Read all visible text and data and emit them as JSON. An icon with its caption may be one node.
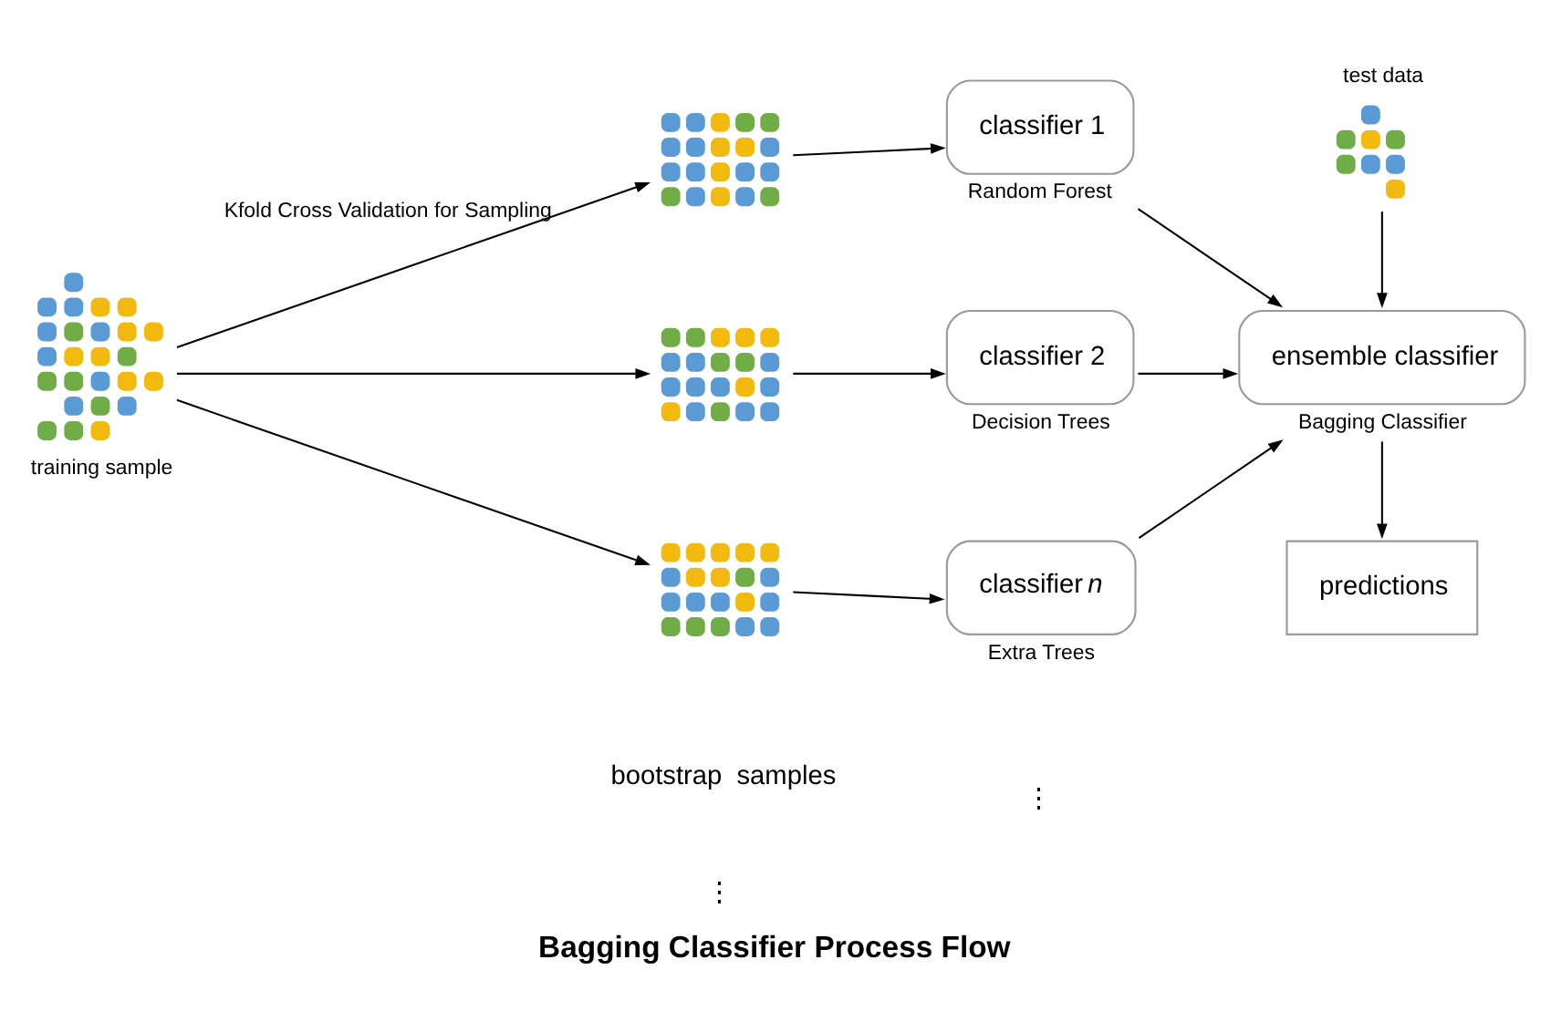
{
  "diagram": {
    "caption": "Bagging Classifier Process Flow",
    "nodes": [
      {
        "text": [],
        "shape": "picture",
        "beside": [
          "training sample"
        ]
      },
      {
        "text": [],
        "shape": "picture"
      },
      {
        "text": [],
        "shape": "picture"
      },
      {
        "text": [],
        "shape": "picture"
      },
      {
        "text": [
          "classifier 1"
        ],
        "beside": [
          "Random Forest"
        ]
      },
      {
        "text": [
          "classifier 2"
        ],
        "beside": [
          "Decision Trees"
        ]
      },
      {
        "text": [
          "classifier *n*"
        ],
        "beside": [
          "Extra Trees"
        ]
      },
      {
        "text": [],
        "shape": "picture",
        "beside": [
          "test data"
        ]
      },
      {
        "text": [
          "ensemble classifier"
        ],
        "beside": [
          "Bagging Classifier"
        ]
      },
      {
        "text": [
          "predictions"
        ]
      }
    ],
    "edges": [
      {
        "from": 0,
        "to": 1,
        "arrow": "to",
        "label": "Kfold Cross Validation for Sampling"
      },
      {
        "from": 0,
        "to": 2,
        "arrow": "to"
      },
      {
        "from": 0,
        "to": 3,
        "arrow": "to"
      },
      {
        "from": 1,
        "to": 4,
        "arrow": "to"
      },
      {
        "from": 2,
        "to": 5,
        "arrow": "to"
      },
      {
        "from": 3,
        "to": 6,
        "arrow": "to"
      },
      {
        "from": 4,
        "to": 8,
        "arrow": "to"
      },
      {
        "from": 5,
        "to": 8,
        "arrow": "to"
      },
      {
        "from": 6,
        "to": 8,
        "arrow": "to"
      },
      {
        "from": 7,
        "to": 8,
        "arrow": "to"
      },
      {
        "from": 8,
        "to": 9,
        "arrow": "to"
      }
    ],
    "labels": [
      "⋮",
      "⋮",
      "bootstrap  samples"
    ]
  }
}
